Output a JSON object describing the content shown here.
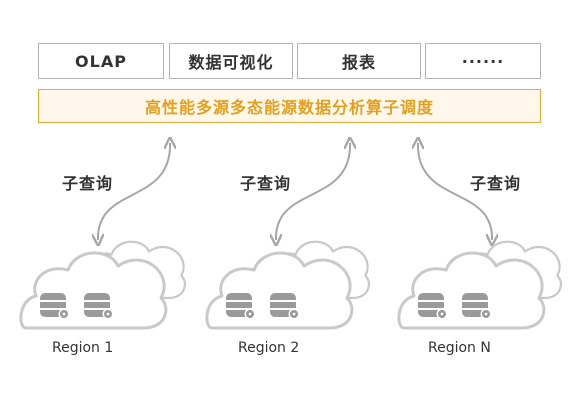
{
  "top_boxes": [
    "OLAP",
    "数据可视化",
    "报表",
    "······"
  ],
  "engine_label": "高性能多源多态能源数据分析算子调度",
  "query_label": "子查询",
  "regions": [
    "Region 1",
    "Region 2",
    "Region N"
  ],
  "colors": {
    "accent": "#e8a93b",
    "accent_text": "#e3a020",
    "gray": "#b3b3b3",
    "db": "#999999"
  }
}
